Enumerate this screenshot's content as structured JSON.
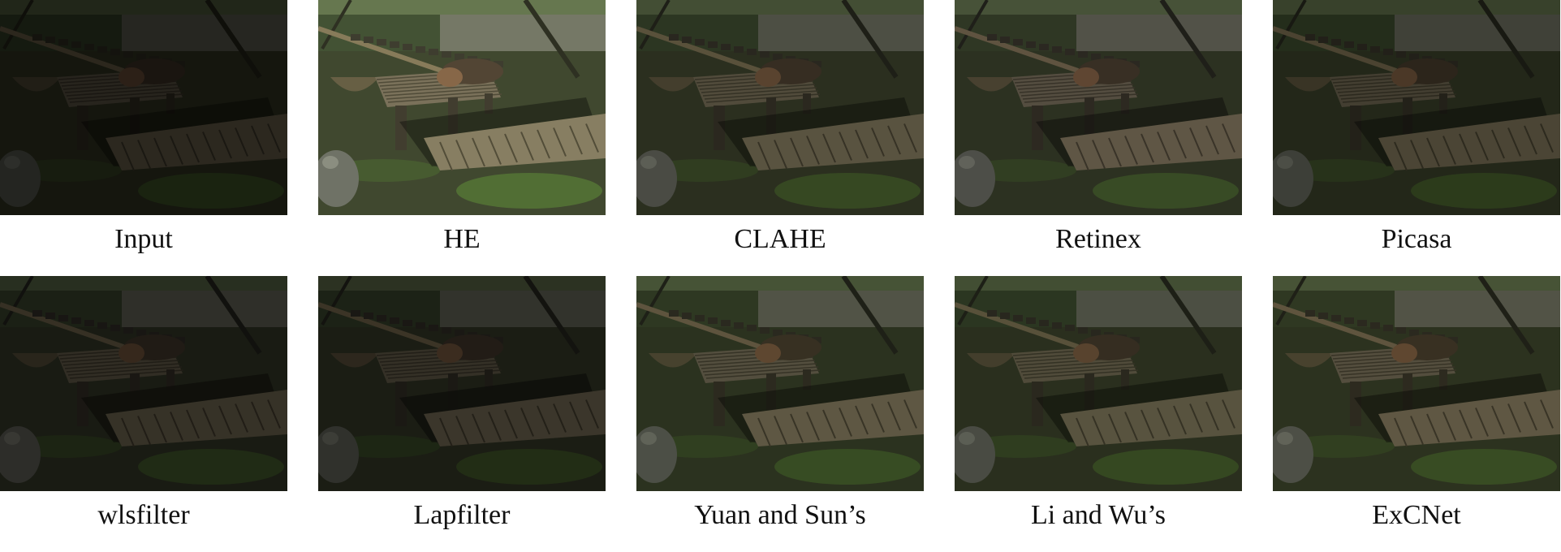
{
  "figure": {
    "panels": [
      {
        "caption": "Input",
        "brightness": 0.45,
        "tint": "#1a1d14"
      },
      {
        "caption": "HE",
        "brightness": 1.35,
        "tint": "#5d6a4a"
      },
      {
        "caption": "CLAHE",
        "brightness": 0.9,
        "tint": "#3a4130"
      },
      {
        "caption": "Retinex",
        "brightness": 0.95,
        "tint": "#3d3f33"
      },
      {
        "caption": "Picasa",
        "brightness": 0.75,
        "tint": "#2e3322"
      },
      {
        "caption": "wlsfilter",
        "brightness": 0.55,
        "tint": "#1f2318"
      },
      {
        "caption": "Lapfilter",
        "brightness": 0.6,
        "tint": "#23231a"
      },
      {
        "caption": "Yuan and Sun’s",
        "brightness": 0.95,
        "tint": "#394029"
      },
      {
        "caption": "Li and Wu’s",
        "brightness": 0.9,
        "tint": "#384028"
      },
      {
        "caption": "ExCNet",
        "brightness": 0.95,
        "tint": "#3a4129"
      }
    ]
  }
}
